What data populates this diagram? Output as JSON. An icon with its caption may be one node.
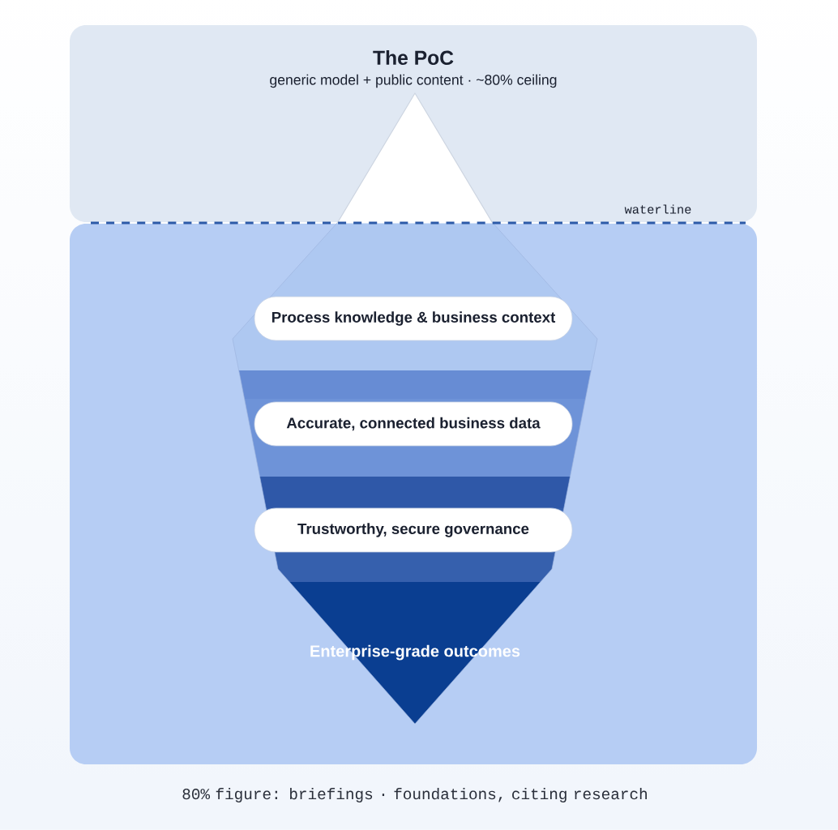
{
  "diagram": {
    "nodes": [
      {
        "text": [
          "The PoC",
          "generic model + public content · ~80% ceiling"
        ]
      },
      {
        "text": [],
        "shape": "box"
      },
      {
        "text": [
          "Enterprise-grade outcomes"
        ],
        "in": 1
      },
      {
        "text": [
          "Process knowledge & business context"
        ],
        "in": 2
      },
      {
        "text": [
          "Accurate, connected business data"
        ],
        "in": 2
      },
      {
        "text": [
          "Trustworthy, secure governance"
        ],
        "in": 2
      }
    ],
    "labels": [
      "waterline"
    ],
    "caption": "80% figure: briefings · foundations, citing research"
  }
}
